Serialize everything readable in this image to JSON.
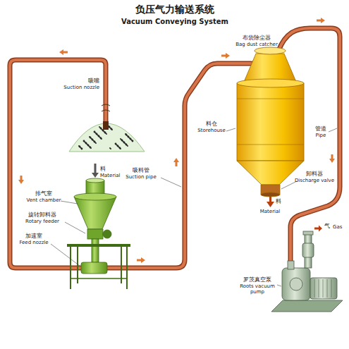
{
  "diagram": {
    "title": "负压气力输送系统",
    "labels": [
      "Vacuum Conveying System",
      "吸嘴",
      "Suction nozzle",
      "料",
      "Material",
      "吸料管",
      "Suction pipe",
      "排气室",
      "Vent chamber",
      "旋转卸料器",
      "Rotary feeder",
      "加速室",
      "Feed nozzle",
      "布袋除尘器",
      "Bag dust catcher",
      "料仓",
      "Storehouse",
      "管道",
      "Pipe",
      "卸料器",
      "Discharge valve",
      "料",
      "Material",
      "气",
      "Gas",
      "罗茨真空泵",
      "Roots vacuum pump"
    ]
  }
}
